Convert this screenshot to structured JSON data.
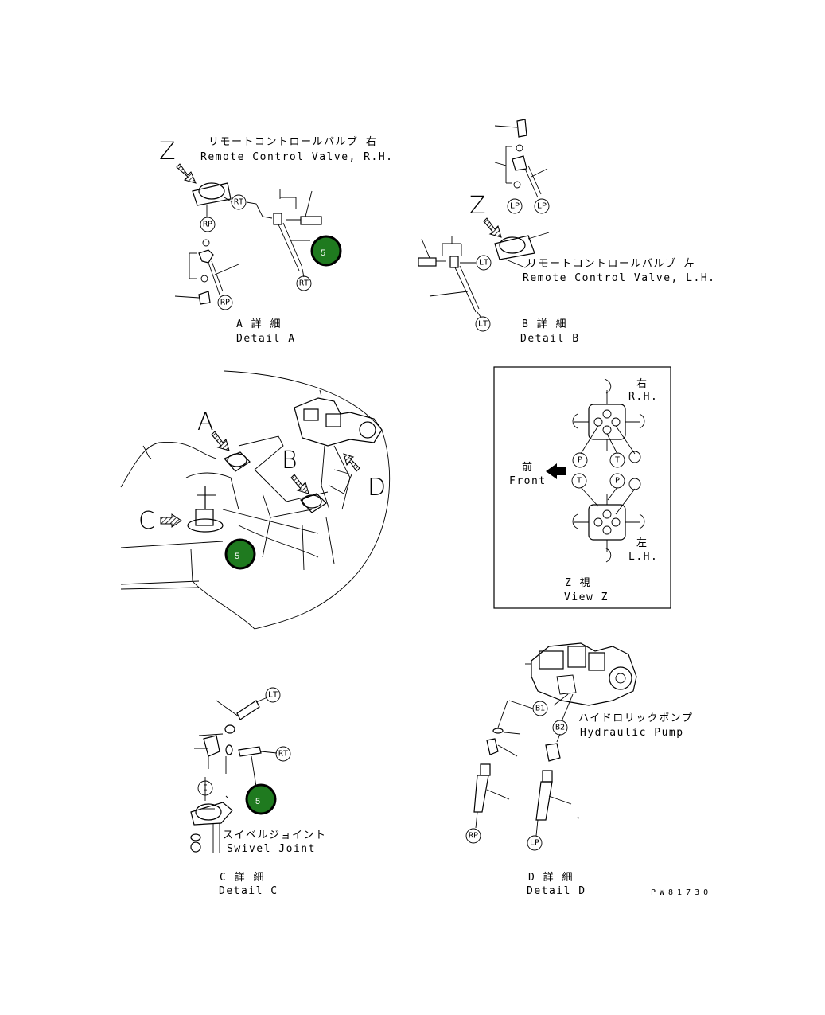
{
  "colors": {
    "line": "#000000",
    "hotspot_fill": "#1f7a1f",
    "hotspot_ring": "#000000"
  },
  "details": {
    "a": {
      "view_letter": "Z",
      "valve_jp": "リモートコントロールバルブ 右",
      "valve_en": "Remote Control Valve, R.H.",
      "caption_jp": "A 詳 細",
      "caption_en": "Detail A",
      "tags": {
        "rt1": "RT",
        "rp1": "RP",
        "rp2": "RP",
        "rt2": "RT"
      },
      "hotspot": "5"
    },
    "b": {
      "view_letter": "Z",
      "valve_jp": "リモートコントロールバルブ 左",
      "valve_en": "Remote Control Valve, L.H.",
      "caption_jp": "B 詳 細",
      "caption_en": "Detail B",
      "tags": {
        "lp1": "LP",
        "lp2": "LP",
        "lt1": "LT",
        "lt2": "LT"
      }
    },
    "overview": {
      "letters": {
        "a": "A",
        "b": "B",
        "c": "C",
        "d": "D"
      },
      "hotspot": "5"
    },
    "z": {
      "rh_jp": "右",
      "rh_en": "R.H.",
      "lh_jp": "左",
      "lh_en": "L.H.",
      "front_jp": "前",
      "front_en": "Front",
      "caption_jp": "Z 視",
      "caption_en": "View Z",
      "tags": {
        "p_up": "P",
        "t_up": "T",
        "t_dn": "T",
        "p_dn": "P"
      }
    },
    "c": {
      "joint_jp": "スイベルジョイント",
      "joint_en": "Swivel Joint",
      "caption_jp": "C 詳 細",
      "caption_en": "Detail C",
      "tags": {
        "lt": "LT",
        "rt": "RT",
        "i": "I"
      },
      "hotspot": "5"
    },
    "d": {
      "pump_jp": "ハイドロリックポンプ",
      "pump_en": "Hydraulic Pump",
      "caption_jp": "D 詳 細",
      "caption_en": "Detail D",
      "tags": {
        "b1": "B1",
        "b2": "B2",
        "rp": "RP",
        "lp": "LP"
      }
    }
  },
  "drawing_no": "PW81730"
}
